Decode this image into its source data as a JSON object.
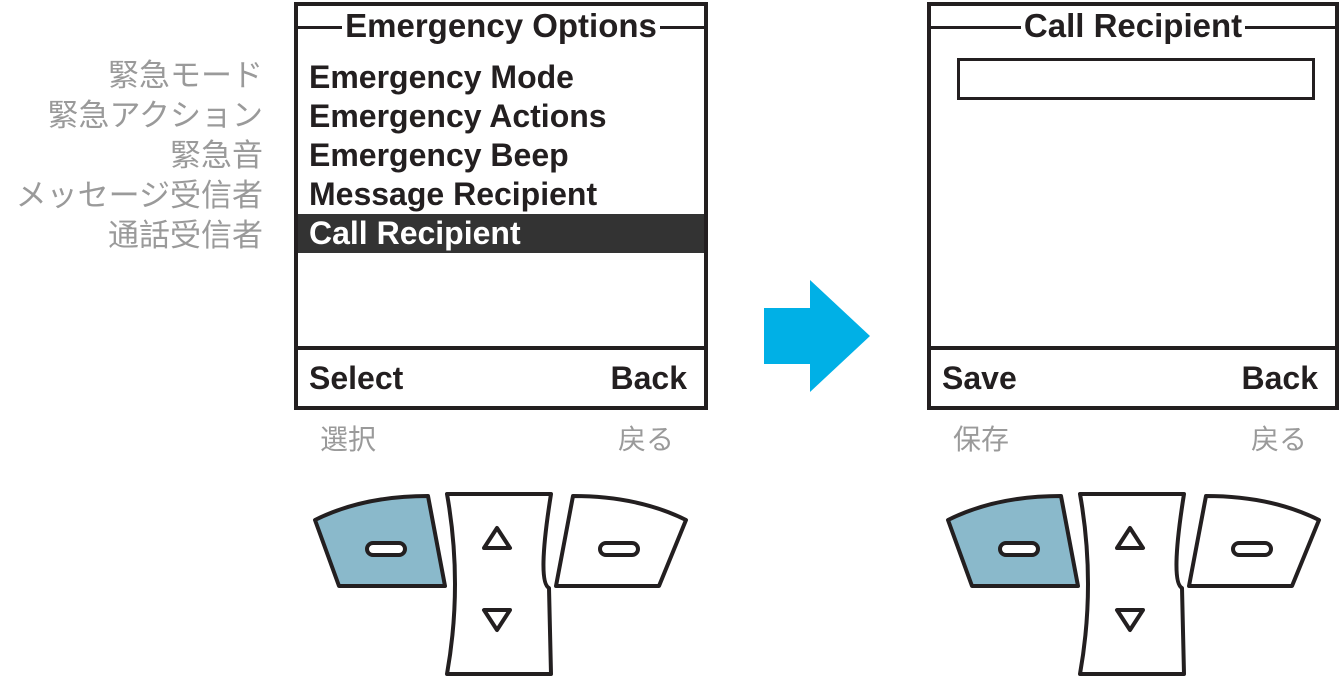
{
  "annotations_jp": {
    "menu": [
      "緊急モード",
      "緊急アクション",
      "緊急音",
      "メッセージ受信者",
      "通話受信者"
    ],
    "left_select": "選択",
    "left_back": "戻る",
    "right_save": "保存",
    "right_back": "戻る"
  },
  "screen_left": {
    "title": "Emergency Options",
    "items": [
      "Emergency Mode",
      "Emergency Actions",
      "Emergency Beep",
      "Message Recipient",
      "Call Recipient"
    ],
    "selected_index": 4,
    "soft_left": "Select",
    "soft_right": "Back"
  },
  "screen_right": {
    "title": "Call Recipient",
    "input_value": "",
    "soft_left": "Save",
    "soft_right": "Back"
  },
  "colors": {
    "arrow": "#00b0e6",
    "key_highlight": "#8ab9cb",
    "outline": "#231f20",
    "annotation": "#9a9a9a"
  },
  "keypad_left": {
    "highlighted_key": "left-softkey"
  },
  "keypad_right": {
    "highlighted_key": "left-softkey"
  }
}
